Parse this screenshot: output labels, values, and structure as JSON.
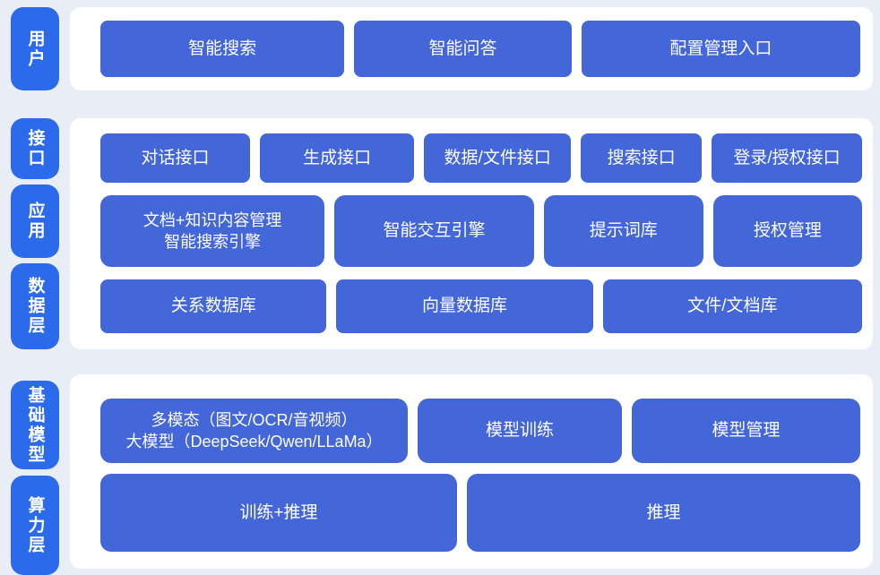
{
  "colors": {
    "background": "#e9eef6",
    "panel": "#ffffff",
    "layer_label_blue": "#2c6aec",
    "block_blue": "#4366d8",
    "text": "#ffffff"
  },
  "diagram": {
    "user_layer": {
      "label": "用户",
      "blocks": [
        "智能搜索",
        "智能问答",
        "配置管理入口"
      ]
    },
    "middle": {
      "labels": [
        "接口",
        "应用",
        "数据层"
      ],
      "row_interface": [
        "对话接口",
        "生成接口",
        "数据/文件接口",
        "搜索接口",
        "登录/授权接口"
      ],
      "row_application": [
        "文档+知识内容管理\n智能搜索引擎",
        "智能交互引擎",
        "提示词库",
        "授权管理"
      ],
      "row_data": [
        "关系数据库",
        "向量数据库",
        "文件/文档库"
      ]
    },
    "bottom": {
      "labels": [
        "基础模型",
        "算力层"
      ],
      "row_model": [
        "多模态（图文/OCR/音视频）\n大模型（DeepSeek/Qwen/LLaMa）",
        "模型训练",
        "模型管理"
      ],
      "row_compute": [
        "训练+推理",
        "推理"
      ]
    }
  }
}
